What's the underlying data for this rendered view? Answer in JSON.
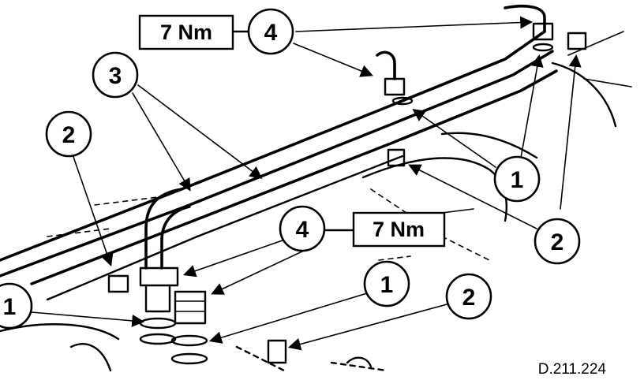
{
  "callouts": {
    "c4_top": "4",
    "c3": "3",
    "c2_left": "2",
    "c1_right_mid": "1",
    "c2_right_mid": "2",
    "c4_mid": "4",
    "c1_left": "1",
    "c1_bottom": "1",
    "c2_bottom": "2"
  },
  "torque": {
    "top": "7 Nm",
    "mid": "7 Nm"
  },
  "reference": "D.211.224",
  "colors": {
    "ink": "#000000",
    "paper": "#ffffff"
  }
}
